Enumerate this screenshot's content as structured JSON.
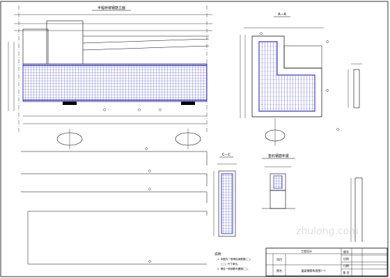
{
  "views": {
    "front_elevation": {
      "title": "半幅桥墩钢筋立面"
    },
    "section_a": {
      "title": "A—A"
    },
    "section_c": {
      "title": "C—C"
    },
    "cap_layout": {
      "title": "垫石钢筋布置"
    }
  },
  "notes": {
    "heading": "说明:",
    "line1": "1. 本图为一般墩柱钢筋图(二)。",
    "line2": "(二). 尺寸单位。",
    "line3": "2. 墩柱一般钢筋布置图(二)。"
  },
  "title_block": {
    "project_label": "项目",
    "drawing_label": "图名",
    "drawing_name": "盖梁钢筋构造图(一)",
    "company_mark": "工程设计",
    "field1": "图号",
    "field2": "比例",
    "field3": "日期",
    "field4": "第 页"
  },
  "colors": {
    "hatch": "#3c3cd0",
    "line": "#000000"
  },
  "watermark": {
    "text": "zhulong.com"
  }
}
